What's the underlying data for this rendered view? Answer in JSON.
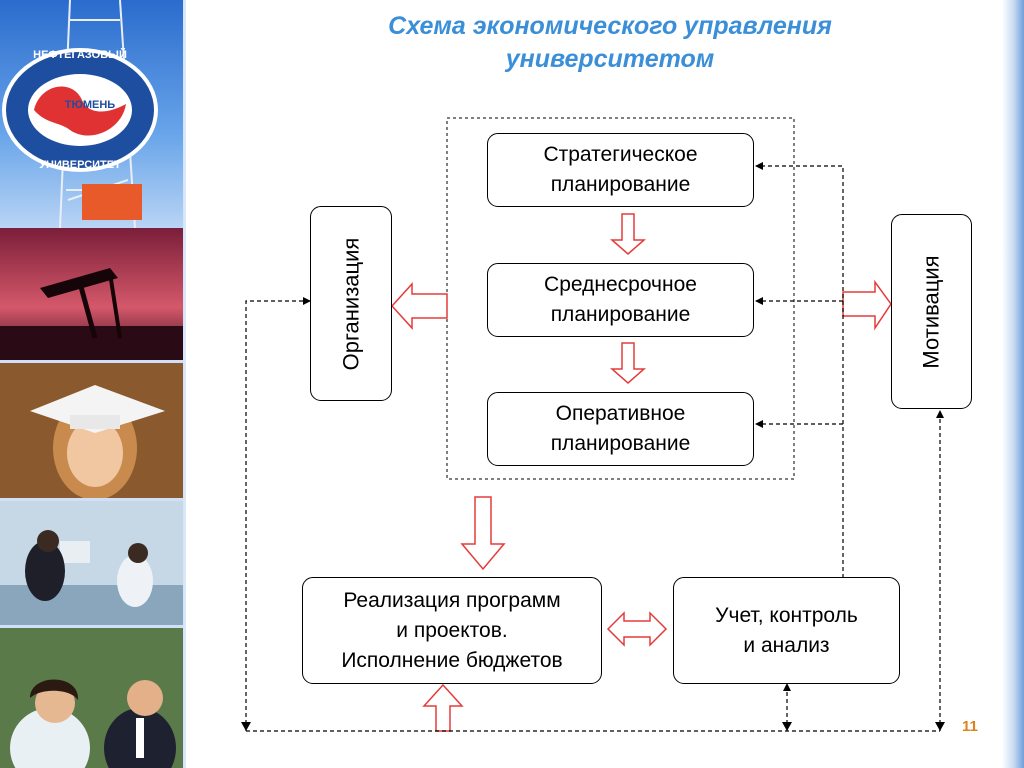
{
  "slide": {
    "title_line1": "Схема экономического управления",
    "title_line2": "университетом",
    "page_number": "11"
  },
  "sidebar": {
    "logo": {
      "top_text": "НЕФТЕГАЗОВЫЙ",
      "middle_text": "ТЮМЕНЬ",
      "bottom_text": "УНИВЕРСИТЕТ"
    }
  },
  "diagram": {
    "strategic": {
      "line1": "Стратегическое",
      "line2": "планирование"
    },
    "medium": {
      "line1": "Среднесрочное",
      "line2": "планирование"
    },
    "operative": {
      "line1": "Оперативное",
      "line2": "планирование"
    },
    "organization": "Организация",
    "motivation": "Мотивация",
    "implementation": {
      "line1": "Реализация программ",
      "line2": "и проектов.",
      "line3": "Исполнение бюджетов"
    },
    "control": {
      "line1": "Учет, контроль",
      "line2": "и анализ"
    }
  },
  "colors": {
    "title": "#3a8fd8",
    "arrow_outline": "#e53a3a",
    "page_number": "#e0801a",
    "sidebar": "#2a6ccd"
  }
}
